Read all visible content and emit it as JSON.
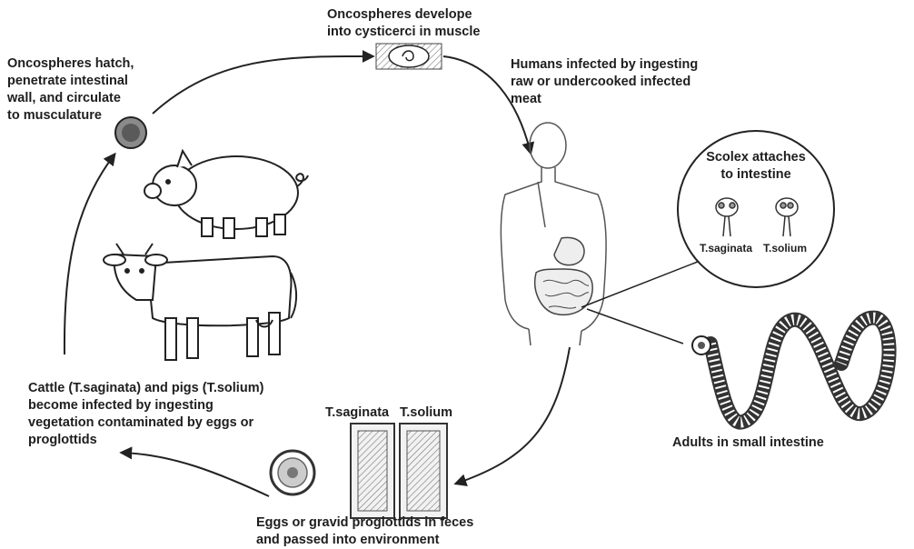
{
  "labels": {
    "hatch": "Oncospheres hatch,\npenetrate intestinal\nwall, and circulate\nto musculature",
    "cysticerci": "Oncospheres develope\ninto cysticerci in muscle",
    "humans": "Humans infected by ingesting\nraw or undercooked infected\nmeat",
    "scolex": "Scolex attaches\nto intestine",
    "scolex_saginata": "T.saginata",
    "scolex_solium": "T.solium",
    "adults": "Adults in small intestine",
    "proglottid_saginata": "T.saginata",
    "proglottid_solium": "T.solium",
    "eggs": "Eggs or gravid proglottids in feces\nand passed into environment",
    "cattle_pigs": "Cattle (T.saginata) and pigs (T.solium)\nbecome infected by ingesting\nvegetation contaminated by eggs or\nproglottids"
  }
}
